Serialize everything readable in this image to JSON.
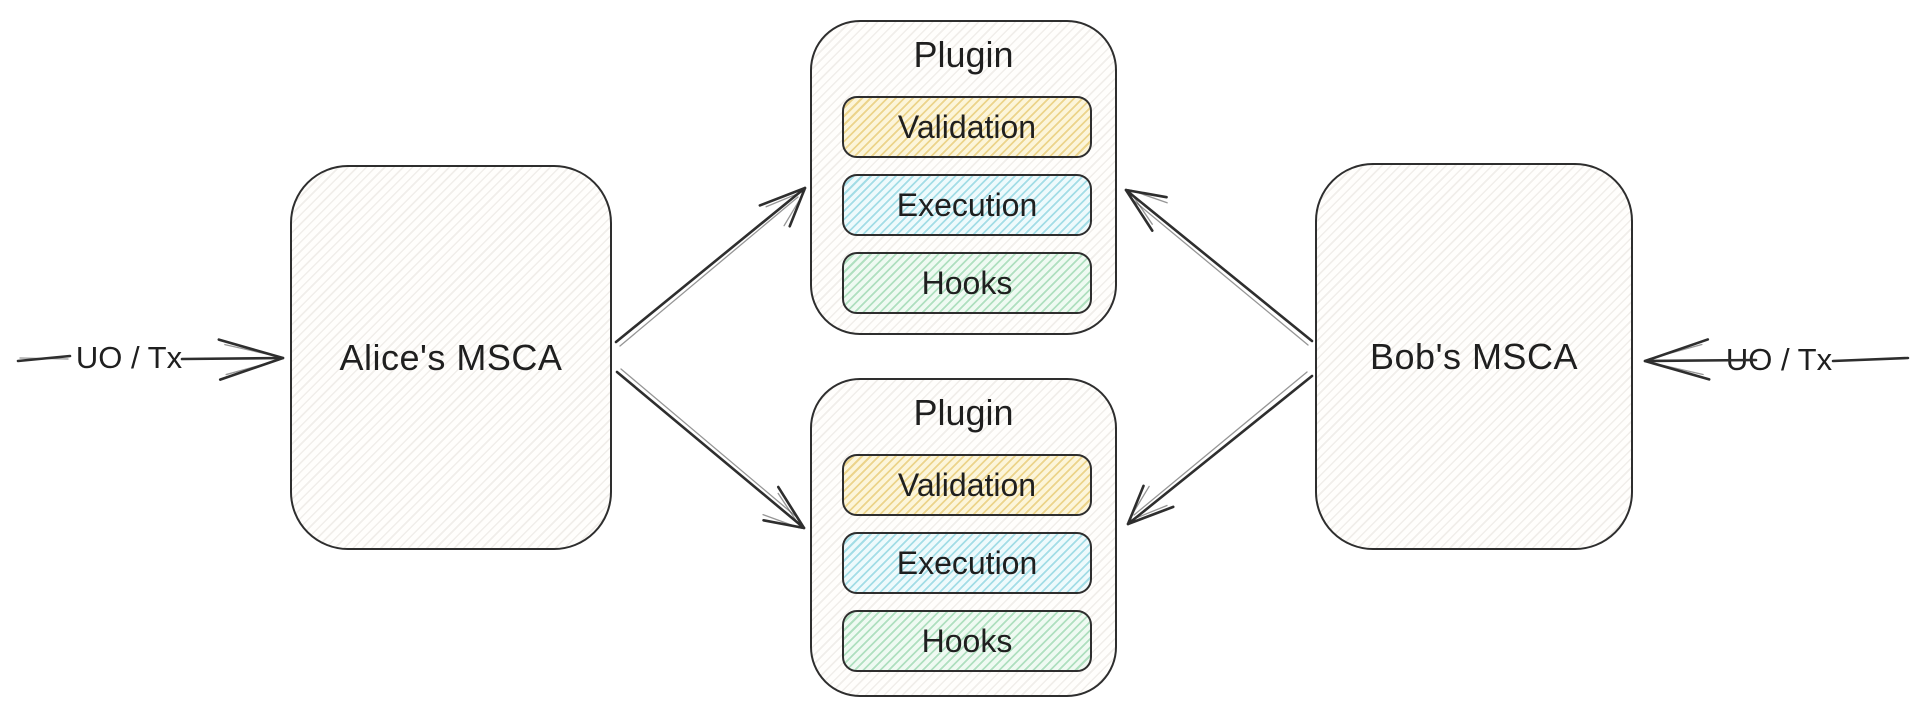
{
  "boxes": {
    "alice": {
      "label": "Alice's MSCA"
    },
    "bob": {
      "label": "Bob's MSCA"
    }
  },
  "flows": {
    "left": {
      "label": "UO / Tx"
    },
    "right": {
      "label": "UO / Tx"
    }
  },
  "plugins": [
    {
      "title": "Plugin",
      "modules": [
        {
          "label": "Validation"
        },
        {
          "label": "Execution"
        },
        {
          "label": "Hooks"
        }
      ]
    },
    {
      "title": "Plugin",
      "modules": [
        {
          "label": "Validation"
        },
        {
          "label": "Execution"
        },
        {
          "label": "Hooks"
        }
      ]
    }
  ],
  "colors": {
    "stroke": "#2e2e2e",
    "text": "#1f1f1f",
    "validation_fill": "#f3e6b4",
    "execution_fill": "#d6eff3",
    "hooks_fill": "#def3e4",
    "neutral_fill": "#f7f6f3"
  }
}
